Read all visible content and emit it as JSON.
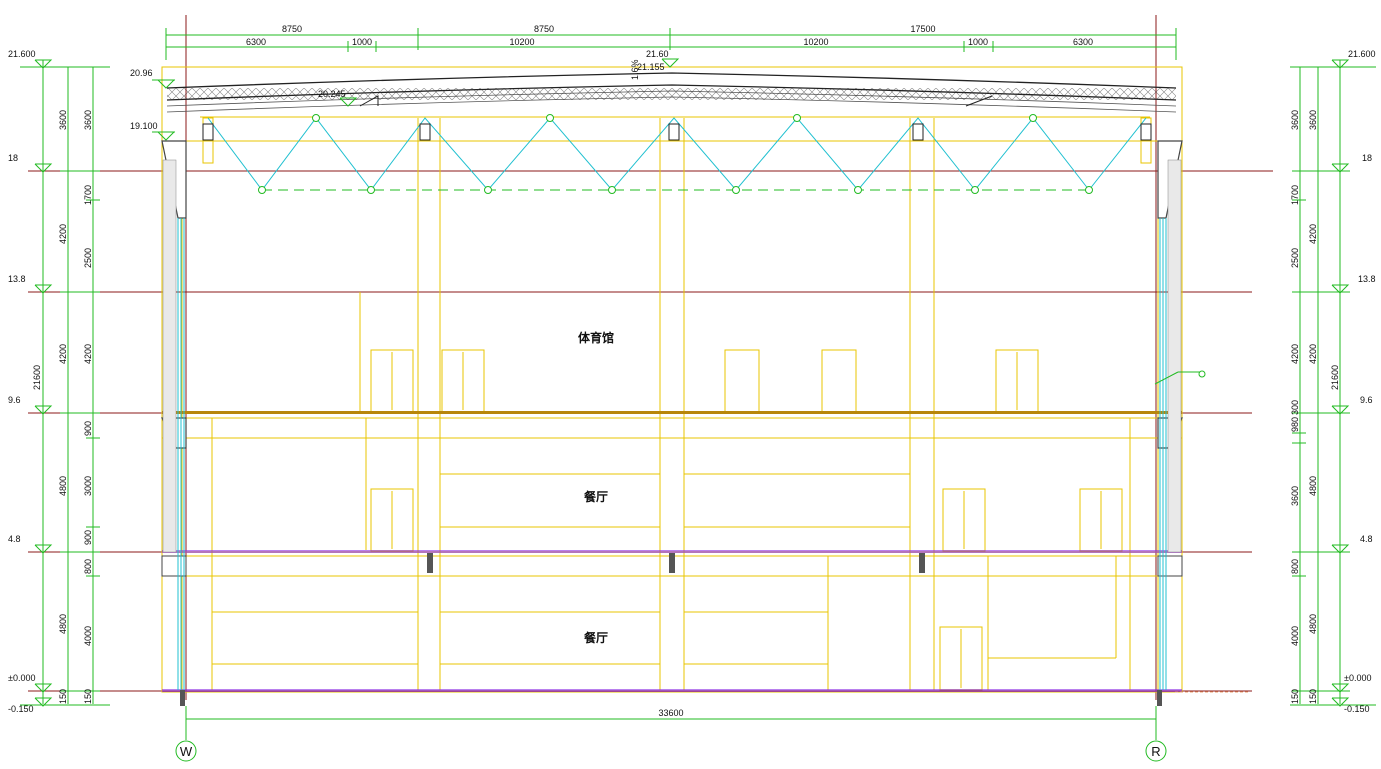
{
  "top_dims": {
    "row1": [
      "8750",
      "8750",
      "17500"
    ],
    "row2": [
      "6300",
      "1000",
      "10200",
      "10200",
      "1000",
      "6300"
    ],
    "ridge_height": "21.60",
    "ridge_sub": "21.155",
    "left_roof_top": "20.96",
    "left_roof_mid": "20.245",
    "left_roof_base": "19.100",
    "slope_note": "1.6%"
  },
  "overall_width": "33600",
  "left_levels": [
    "21.600",
    "18",
    "13.8",
    "9.6",
    "4.8",
    "±0.000",
    "-0.150"
  ],
  "right_levels": [
    "21.600",
    "18",
    "13.8",
    "9.6",
    "4.8",
    "±0.000",
    "-0.150"
  ],
  "left_dims_outer": [
    "21600"
  ],
  "left_dims_mid": [
    "3600",
    "4200",
    "4200",
    "4800",
    "4800",
    "150"
  ],
  "left_dims_inner": [
    "3600",
    "1700",
    "2500",
    "4200",
    "900",
    "3000",
    "900",
    "800",
    "4000",
    "150"
  ],
  "right_dims_outer": [
    "21600"
  ],
  "right_dims_mid": [
    "3600",
    "4200",
    "4200",
    "4800",
    "4800",
    "150"
  ],
  "right_dims_inner": [
    "3600",
    "1700",
    "2500",
    "4200",
    "980",
    "300",
    "3600",
    "800",
    "4000",
    "150"
  ],
  "rooms": [
    "体育馆",
    "餐厅",
    "餐厅"
  ],
  "axes": [
    "W",
    "R"
  ]
}
